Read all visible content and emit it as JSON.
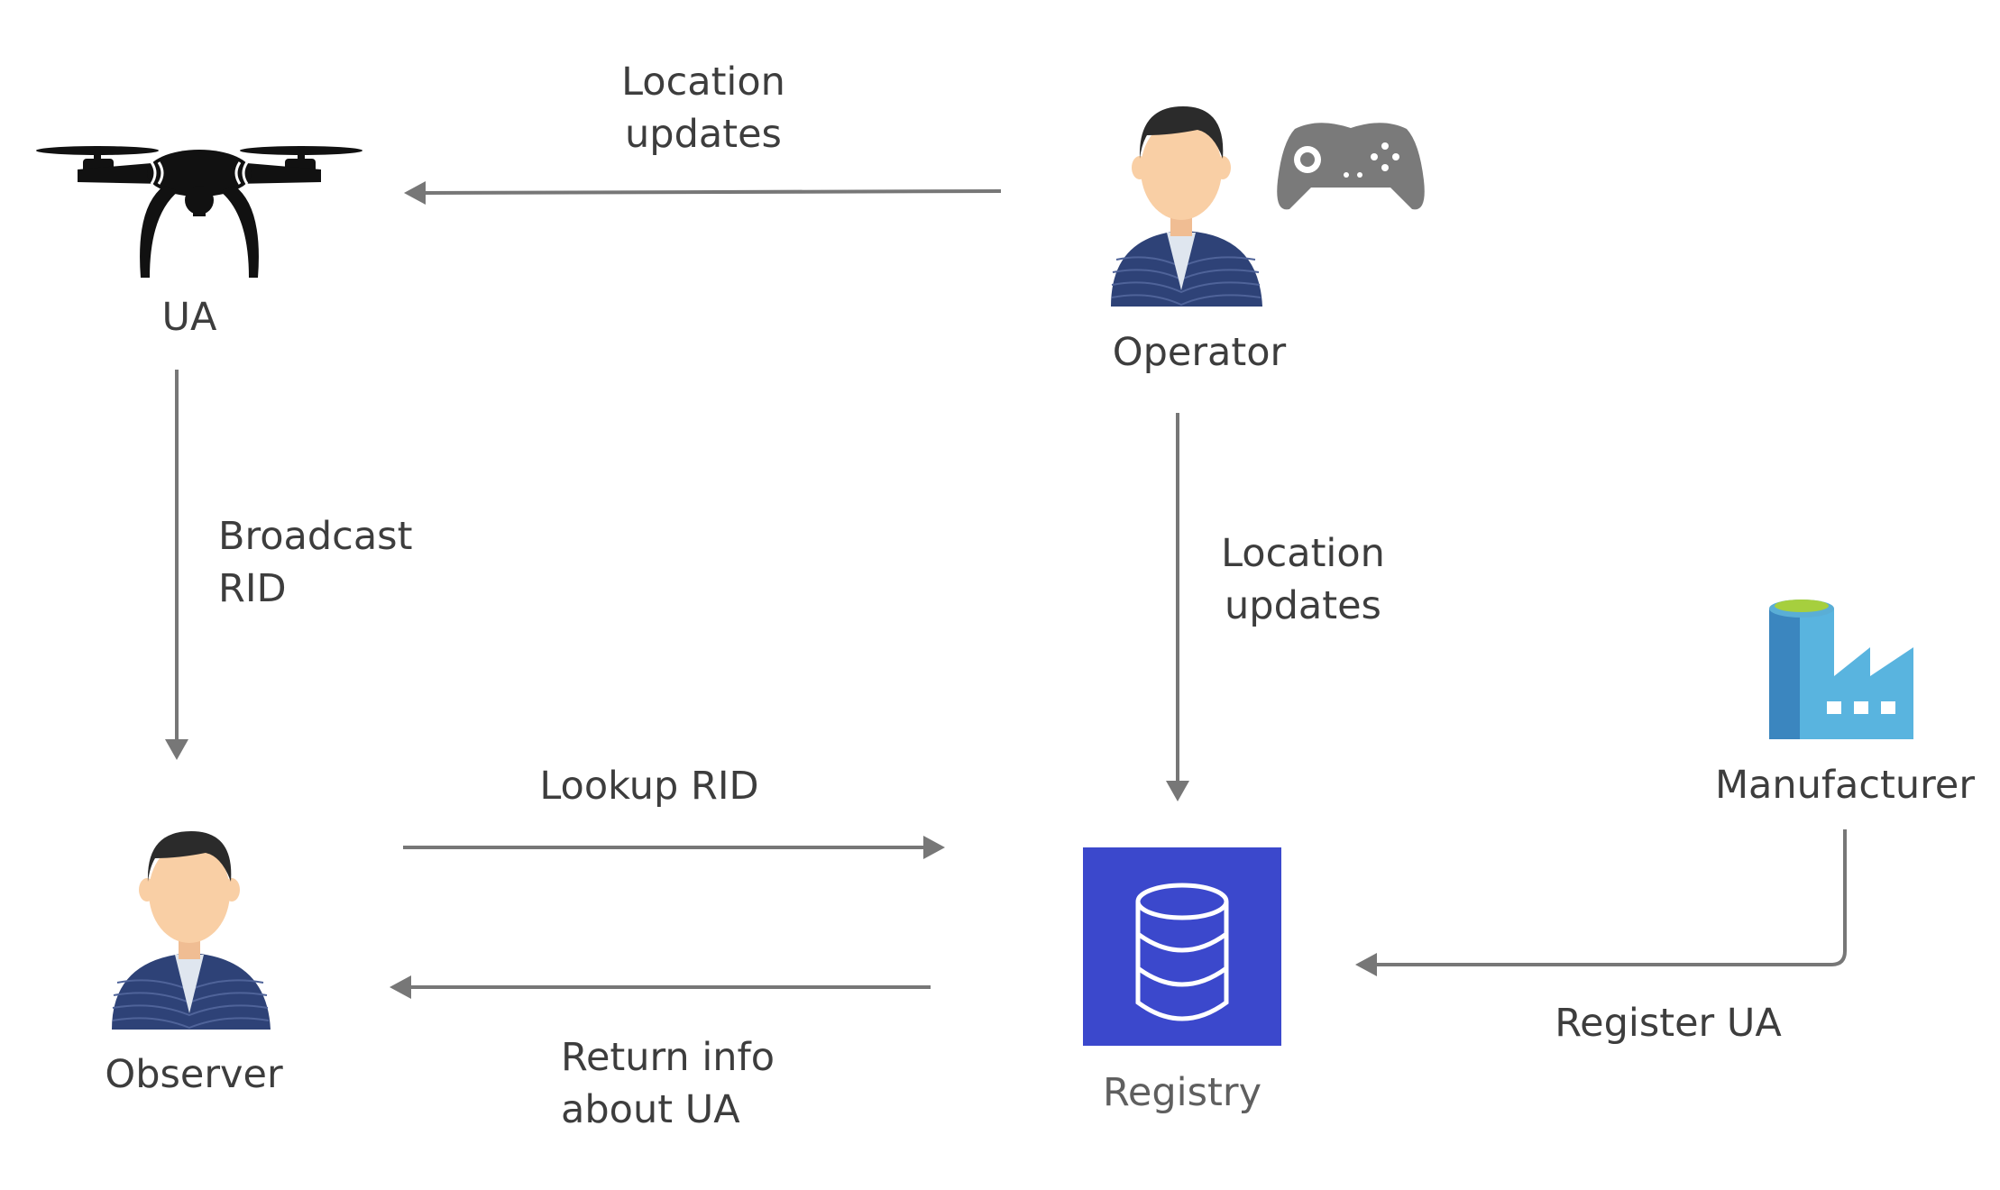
{
  "nodes": {
    "ua": {
      "label": "UA",
      "icon": "drone-icon"
    },
    "operator": {
      "label": "Operator",
      "icons": [
        "person-icon",
        "gamepad-icon"
      ]
    },
    "observer": {
      "label": "Observer",
      "icon": "person-icon"
    },
    "registry": {
      "label": "Registry",
      "icon": "database-icon",
      "color": "#3b48cc"
    },
    "manufacturer": {
      "label": "Manufacturer",
      "icon": "factory-icon",
      "color": "#3b9fd1"
    }
  },
  "edges": {
    "operator_to_ua": {
      "line1": "Location",
      "line2": "updates"
    },
    "ua_to_observer": {
      "line1": "Broadcast",
      "line2": "RID"
    },
    "operator_to_registry": {
      "line1": "Location",
      "line2": "updates"
    },
    "observer_to_registry": {
      "label": "Lookup RID"
    },
    "registry_to_observer": {
      "line1": "Return info",
      "line2": "about UA"
    },
    "manufacturer_to_registry": {
      "label": "Register UA"
    }
  },
  "colors": {
    "arrow": "#777777",
    "text": "#3d3d3d",
    "shirt": "#2e4277",
    "skin": "#f9cfa5",
    "hair": "#2b2b2b",
    "gamepad": "#7a7a7a",
    "drone": "#111111"
  }
}
